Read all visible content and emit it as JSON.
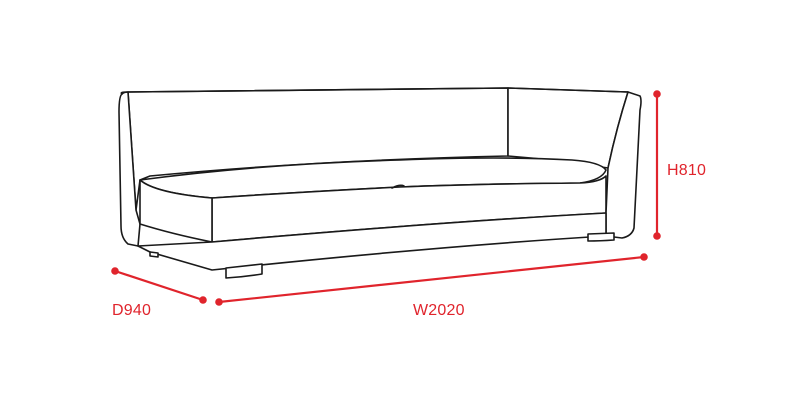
{
  "dimensions": {
    "height": "H810",
    "depth": "D940",
    "width": "W2020"
  },
  "colors": {
    "dimension": "#e0242c",
    "outline": "#1a1a1a",
    "background": "#ffffff"
  }
}
